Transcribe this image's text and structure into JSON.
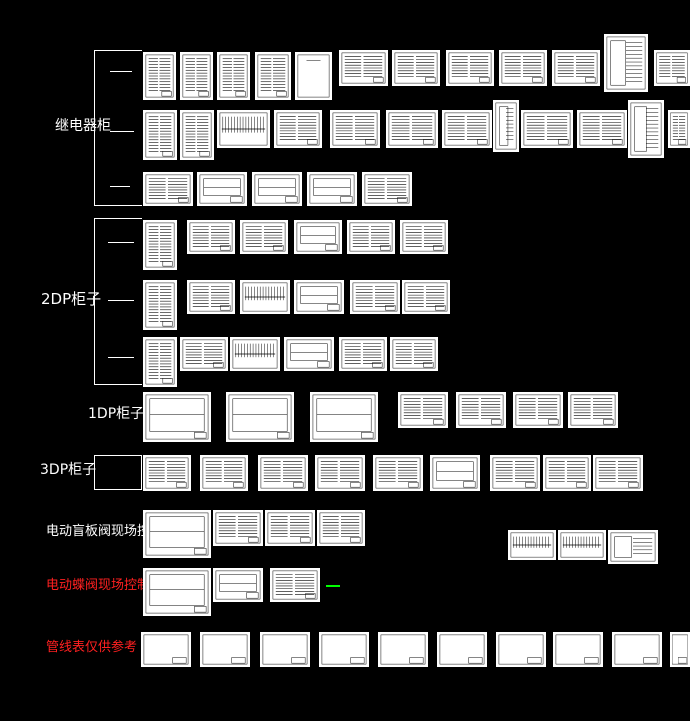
{
  "colors": {
    "background": "#000000",
    "sheet": "#ffffff",
    "label_white": "#ffffff",
    "label_red": "#ff2020",
    "accent_green": "#00ff00"
  },
  "labels": {
    "relay_cabinet": "继电器柜",
    "dp2_cabinet": "2DP柜子",
    "dp1_cabinet": "1DP柜子",
    "dp3_cabinet": "3DP柜子",
    "blind_valve_box": "电动盲板阀现场控",
    "butterfly_valve_box": "电动蝶阀现场控制箱",
    "pipeline_ref": "管线表仅供参考"
  }
}
